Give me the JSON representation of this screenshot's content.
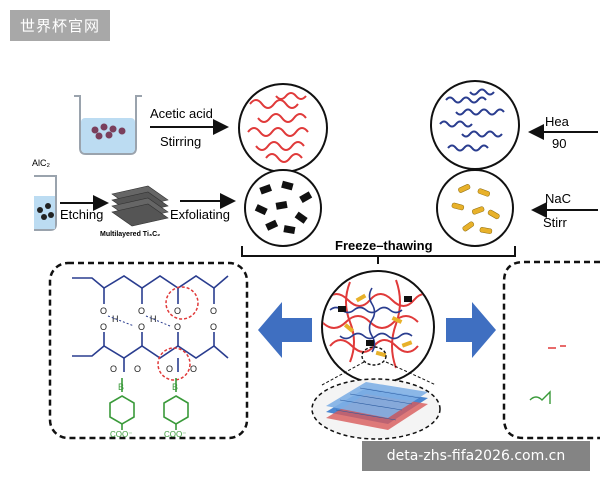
{
  "watermark_top": "世界杯官网",
  "watermark_bottom": "deta-zhs-fifa2026.com.cn",
  "labels": {
    "acetic_acid": "Acetic acid",
    "stirring": "Stirring",
    "alc2": "AlC₂",
    "etching": "Etching",
    "exfoliating": "Exfoliating",
    "multilayered": "Multilayered Ti₃C₂",
    "freeze_thawing": "Freeze–thawing",
    "hea": "Hea",
    "ninety": "90",
    "nac": "NaC",
    "stirr": "Stirr",
    "coo_left": "COO⁻",
    "coo_right": "COO⁻",
    "atom_o": "O",
    "atom_h": "H",
    "atom_b": "B"
  },
  "colors": {
    "arrow_blue": "#3f6fc1",
    "chain_red": "#e03a3a",
    "chain_navy": "#2a3d8f",
    "particle_yellow": "#e8b12a",
    "benzoate_green": "#3a9a3a",
    "liquid_blue": "#b9d9f0"
  }
}
